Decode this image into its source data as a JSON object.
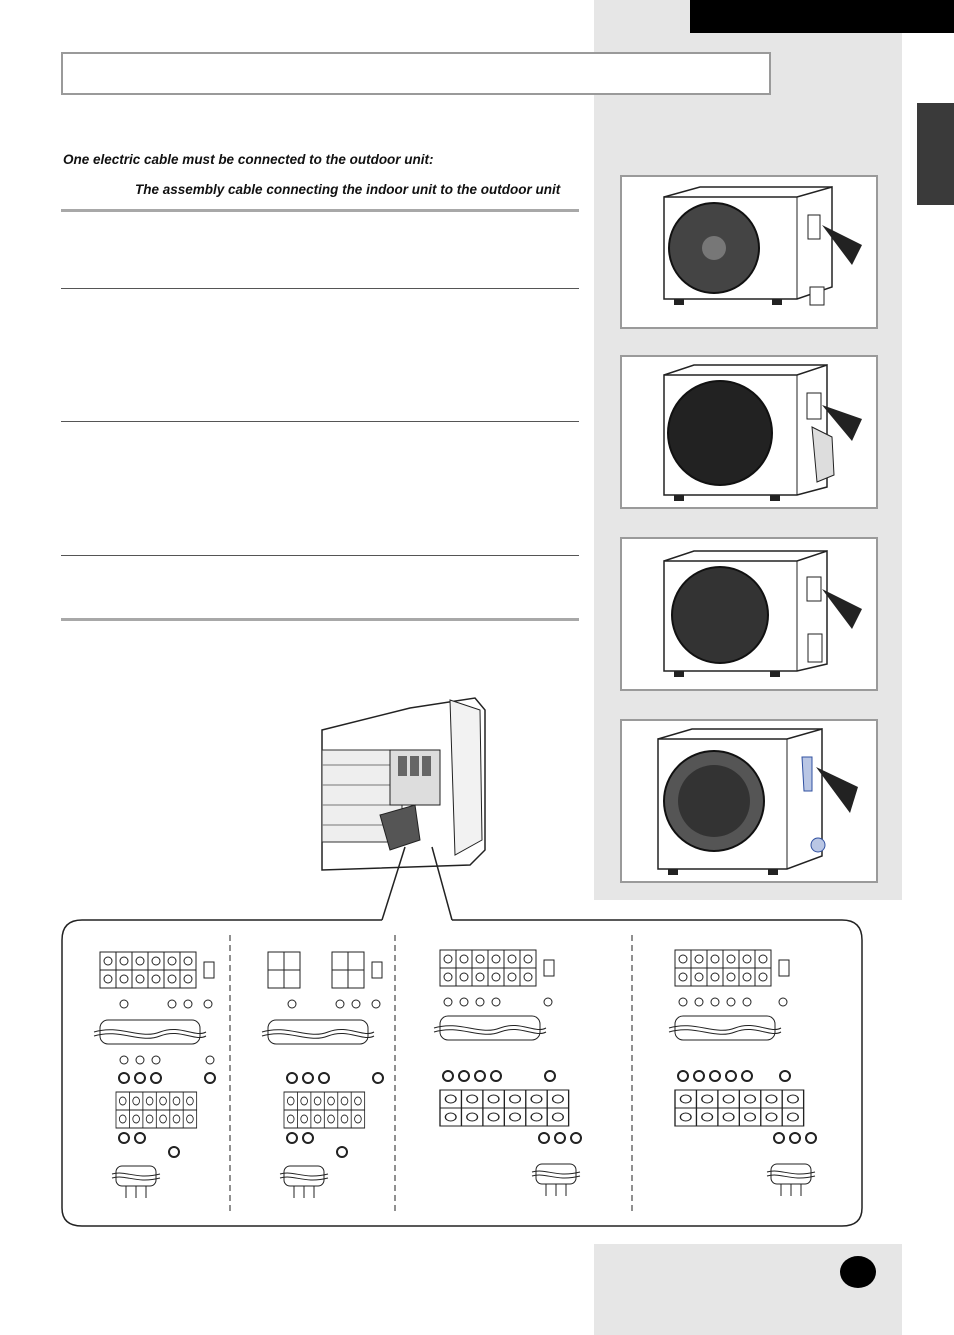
{
  "intro": {
    "line1": "One electric cable must be connected to the outdoor unit:",
    "line2": "The assembly cable connecting the indoor unit to the outdoor unit"
  },
  "colors": {
    "panel": "#e6e6e6",
    "accent": "#000000",
    "frame": "#9a9a9a"
  },
  "illustrations": {
    "outdoor_units": [
      "outdoor-unit-1",
      "outdoor-unit-2",
      "outdoor-unit-3",
      "outdoor-unit-4"
    ],
    "indoor_unit": "indoor-unit-open-panel",
    "wiring_diagrams": [
      "wiring-diagram-1",
      "wiring-diagram-2",
      "wiring-diagram-3",
      "wiring-diagram-4"
    ]
  }
}
